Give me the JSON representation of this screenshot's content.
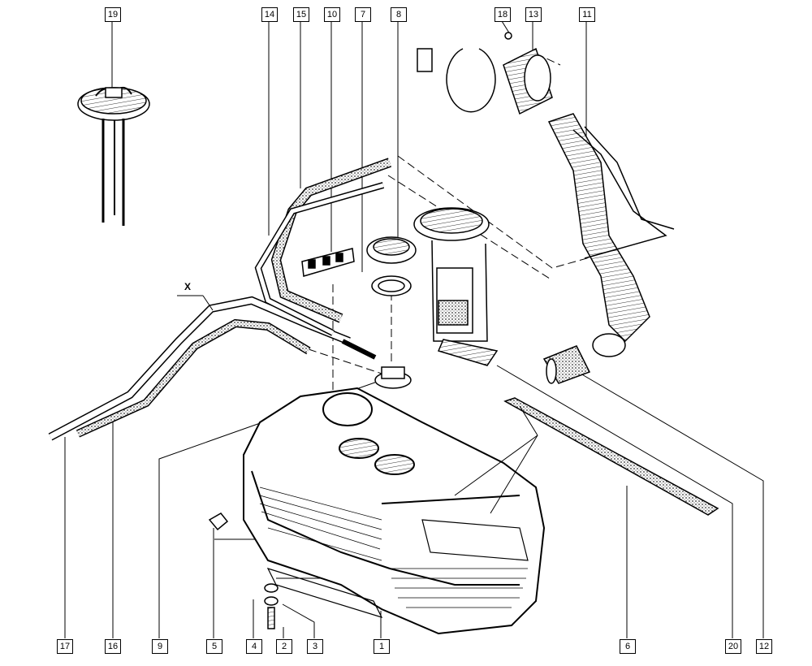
{
  "diagram": {
    "callouts": {
      "c1": "1",
      "c2": "2",
      "c3": "3",
      "c4": "4",
      "c5": "5",
      "c6": "6",
      "c7": "7",
      "c8": "8",
      "c9": "9",
      "c10": "10",
      "c11": "11",
      "c12": "12",
      "c13": "13",
      "c14": "14",
      "c15": "15",
      "c16": "16",
      "c17": "17",
      "c18": "18",
      "c19": "19",
      "c20": "20"
    },
    "marker_x": "X"
  },
  "colors": {
    "line": "#000000",
    "background": "#ffffff",
    "hatch": "#555555"
  }
}
